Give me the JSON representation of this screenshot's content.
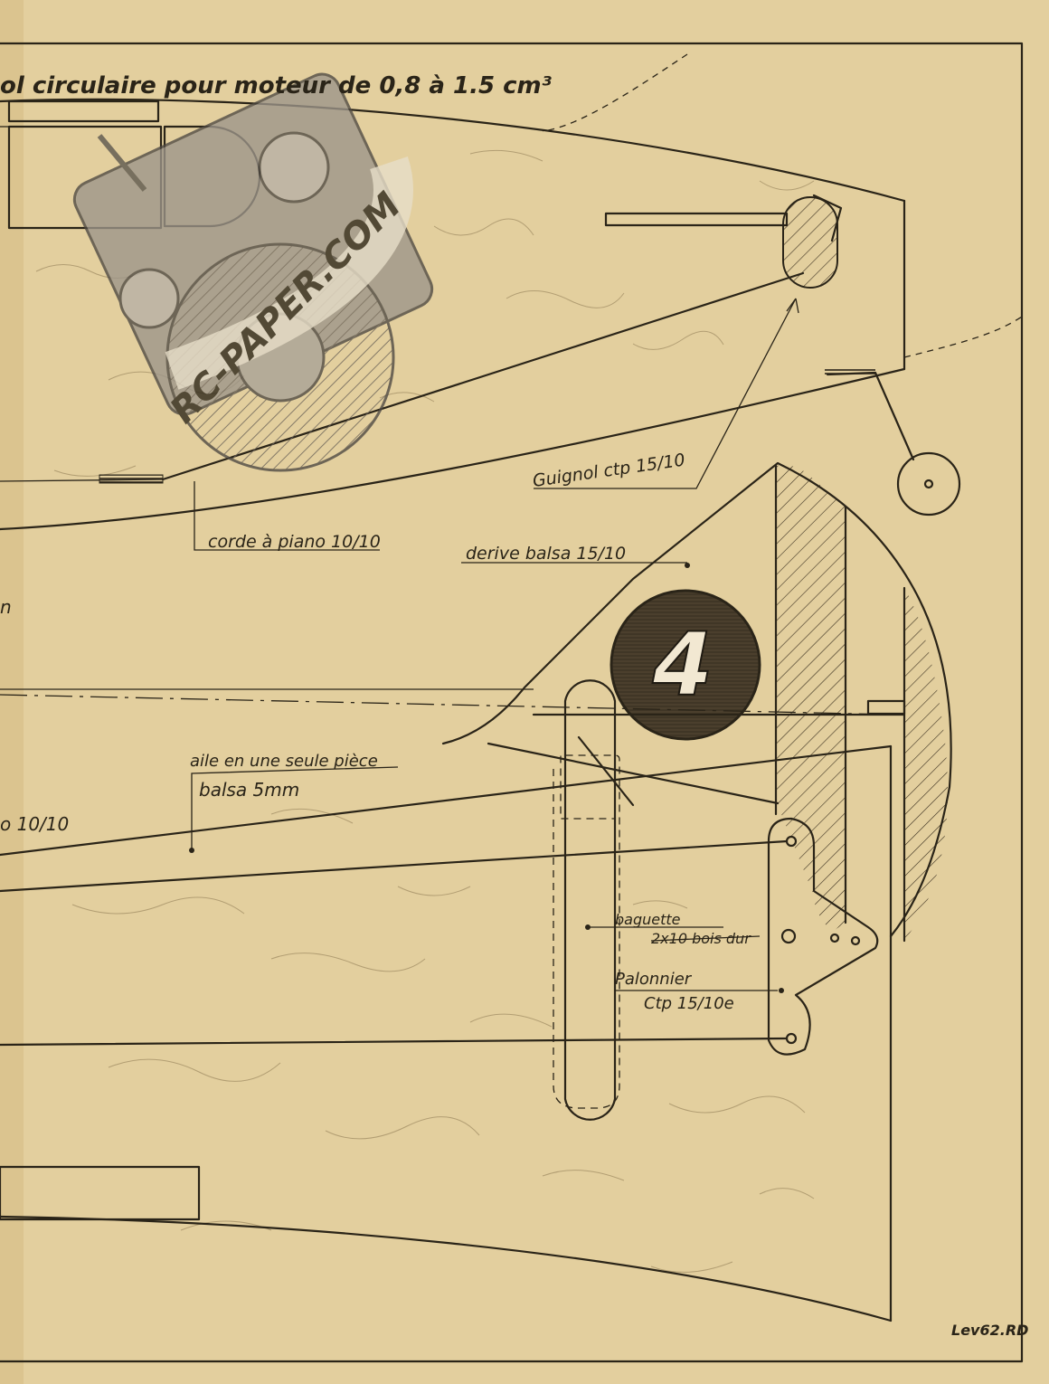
{
  "plan": {
    "title": "ol circulaire pour moteur de 0,8 à 1.5 cm³",
    "race_number": "4",
    "signature": "Lev62.RD",
    "watermark": "RC-PAPER.COM"
  },
  "annotations": {
    "bellcrank": "Guignol ctp 15/10",
    "piano_wire": "corde à piano 10/10",
    "fin": "derive balsa 15/10",
    "wing_line1": "aile en une seule pièce",
    "wing_line2": "balsa 5mm",
    "wire_partial": "o 10/10",
    "stick_line1": "baguette",
    "stick_line2": "2x10 bois dur",
    "rudder_bar_line1": "Palonnier",
    "rudder_bar_line2": "Ctp 15/10e",
    "left_edge_fragment": "n"
  }
}
